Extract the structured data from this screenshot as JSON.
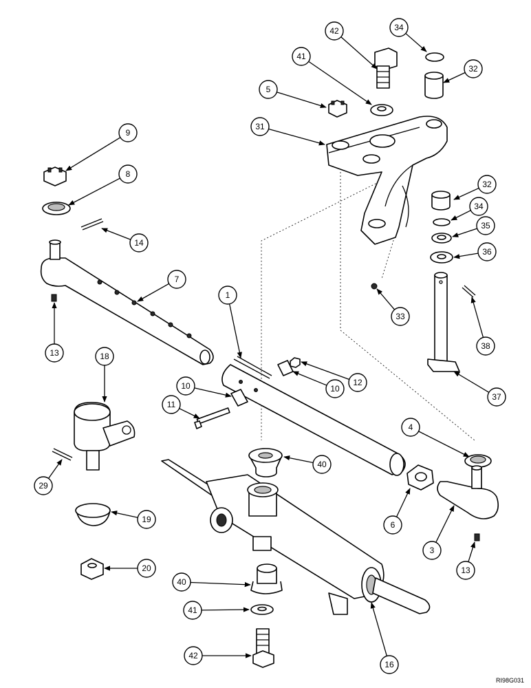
{
  "diagram": {
    "drawing_code": "RI98G031",
    "callouts": [
      {
        "label": "42"
      },
      {
        "label": "34"
      },
      {
        "label": "41"
      },
      {
        "label": "32"
      },
      {
        "label": "5"
      },
      {
        "label": "31"
      },
      {
        "label": "9"
      },
      {
        "label": "8"
      },
      {
        "label": "32"
      },
      {
        "label": "34"
      },
      {
        "label": "35"
      },
      {
        "label": "36"
      },
      {
        "label": "14"
      },
      {
        "label": "7"
      },
      {
        "label": "1"
      },
      {
        "label": "33"
      },
      {
        "label": "38"
      },
      {
        "label": "13"
      },
      {
        "label": "18"
      },
      {
        "label": "10"
      },
      {
        "label": "12"
      },
      {
        "label": "10"
      },
      {
        "label": "37"
      },
      {
        "label": "11"
      },
      {
        "label": "4"
      },
      {
        "label": "29"
      },
      {
        "label": "40"
      },
      {
        "label": "19"
      },
      {
        "label": "6"
      },
      {
        "label": "3"
      },
      {
        "label": "13"
      },
      {
        "label": "20"
      },
      {
        "label": "40"
      },
      {
        "label": "41"
      },
      {
        "label": "16"
      },
      {
        "label": "42"
      }
    ]
  }
}
